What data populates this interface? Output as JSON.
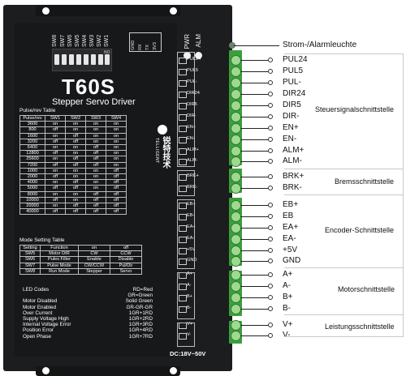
{
  "model": "T60S",
  "subtitle": "Stepper Servo Driver",
  "sw_headers": [
    "SW8",
    "SW7",
    "SW6",
    "SW5",
    "SW4",
    "SW3",
    "SW2",
    "SW1"
  ],
  "dip_label": "NO",
  "signal_labels": [
    "GND",
    "RX",
    "TX",
    "3V3"
  ],
  "led_labels": [
    "PWR",
    "ALM"
  ],
  "brand": {
    "cn": "锐特技术",
    "en": "TELLIGENT"
  },
  "pulse_table": {
    "title": "Pulse/rev Table",
    "headers": [
      "Pulse/rev",
      "SW1",
      "SW2",
      "SW3",
      "SW4"
    ],
    "rows": [
      [
        "3600",
        "on",
        "on",
        "on",
        "on"
      ],
      [
        "800",
        "off",
        "on",
        "on",
        "on"
      ],
      [
        "1600",
        "on",
        "off",
        "on",
        "on"
      ],
      [
        "3200",
        "off",
        "off",
        "on",
        "on"
      ],
      [
        "6400",
        "on",
        "on",
        "off",
        "on"
      ],
      [
        "12800",
        "off",
        "on",
        "off",
        "on"
      ],
      [
        "25600",
        "on",
        "off",
        "off",
        "on"
      ],
      [
        "7200",
        "off",
        "off",
        "off",
        "on"
      ],
      [
        "1000",
        "on",
        "on",
        "on",
        "off"
      ],
      [
        "2000",
        "off",
        "on",
        "on",
        "off"
      ],
      [
        "4000",
        "on",
        "off",
        "on",
        "off"
      ],
      [
        "5000",
        "off",
        "off",
        "on",
        "off"
      ],
      [
        "8000",
        "on",
        "on",
        "off",
        "off"
      ],
      [
        "10000",
        "off",
        "on",
        "off",
        "off"
      ],
      [
        "20000",
        "on",
        "off",
        "off",
        "off"
      ],
      [
        "40000",
        "off",
        "off",
        "off",
        "off"
      ]
    ]
  },
  "mode_table": {
    "title": "Mode Setting Table",
    "headers": [
      "Setting",
      "Function",
      "on",
      "off"
    ],
    "rows": [
      [
        "SW5",
        "Motor DIR",
        "CW",
        "CCW"
      ],
      [
        "SW6",
        "Pules Filter",
        "Enable",
        "Disable"
      ],
      [
        "SW7",
        "Pulse Mode",
        "CW/CCW",
        "Pul/Dir"
      ],
      [
        "SW8",
        "Run Mode",
        "Stepper",
        "Servo"
      ]
    ]
  },
  "led_codes": {
    "title": "LED Codes",
    "legend": [
      "RD=Red",
      "GR=Green"
    ],
    "rows": [
      [
        "Motor Disabled",
        "Solid Green"
      ],
      [
        "Motor Enabled",
        "GR-GR-GR"
      ],
      [
        "Over Current",
        "1GR+1RD"
      ],
      [
        "Supply Voltage High",
        "1GR+2RD"
      ],
      [
        "Internal Voltage Error",
        "1GR+3RD"
      ],
      [
        "Position Error",
        "1GR+4RD"
      ],
      [
        "Open Phase",
        "1GR+7RD"
      ]
    ]
  },
  "pins": [
    "PUL24",
    "PUL5",
    "PUL-",
    "DIR24",
    "DIR5",
    "DIR-",
    "EN+",
    "EN-",
    "ALM+",
    "ALM-",
    "BRK+",
    "BRK-",
    "EB+",
    "EB-",
    "EA+",
    "EA-",
    "+5V",
    "GND",
    "A+",
    "A-",
    "B+",
    "B-",
    "V+",
    "V-"
  ],
  "power_label": "DC:18V~50V",
  "callouts": {
    "status": "Strom-/Alarmleuchte",
    "labels": [
      "PUL24",
      "PUL5",
      "PUL-",
      "DIR24",
      "DIR5",
      "DIR-",
      "EN+",
      "EN-",
      "ALM+",
      "ALM-",
      "BRK+",
      "BRK-",
      "EB+",
      "EB",
      "EA+",
      "EA-",
      "+5V",
      "GND",
      "A+",
      "A-",
      "B+",
      "B-",
      "V+",
      "V-"
    ],
    "groups": [
      "Steuersignalschnittstelle",
      "Bremsschnittstelle",
      "Encoder-Schnittstelle",
      "Motorschnittstelle",
      "Leistungsschnittstelle"
    ]
  },
  "colors": {
    "body": "#1c1d1f",
    "terminal": "#3aa03c",
    "text_light": "#ffffff",
    "callout_text": "#111111"
  }
}
